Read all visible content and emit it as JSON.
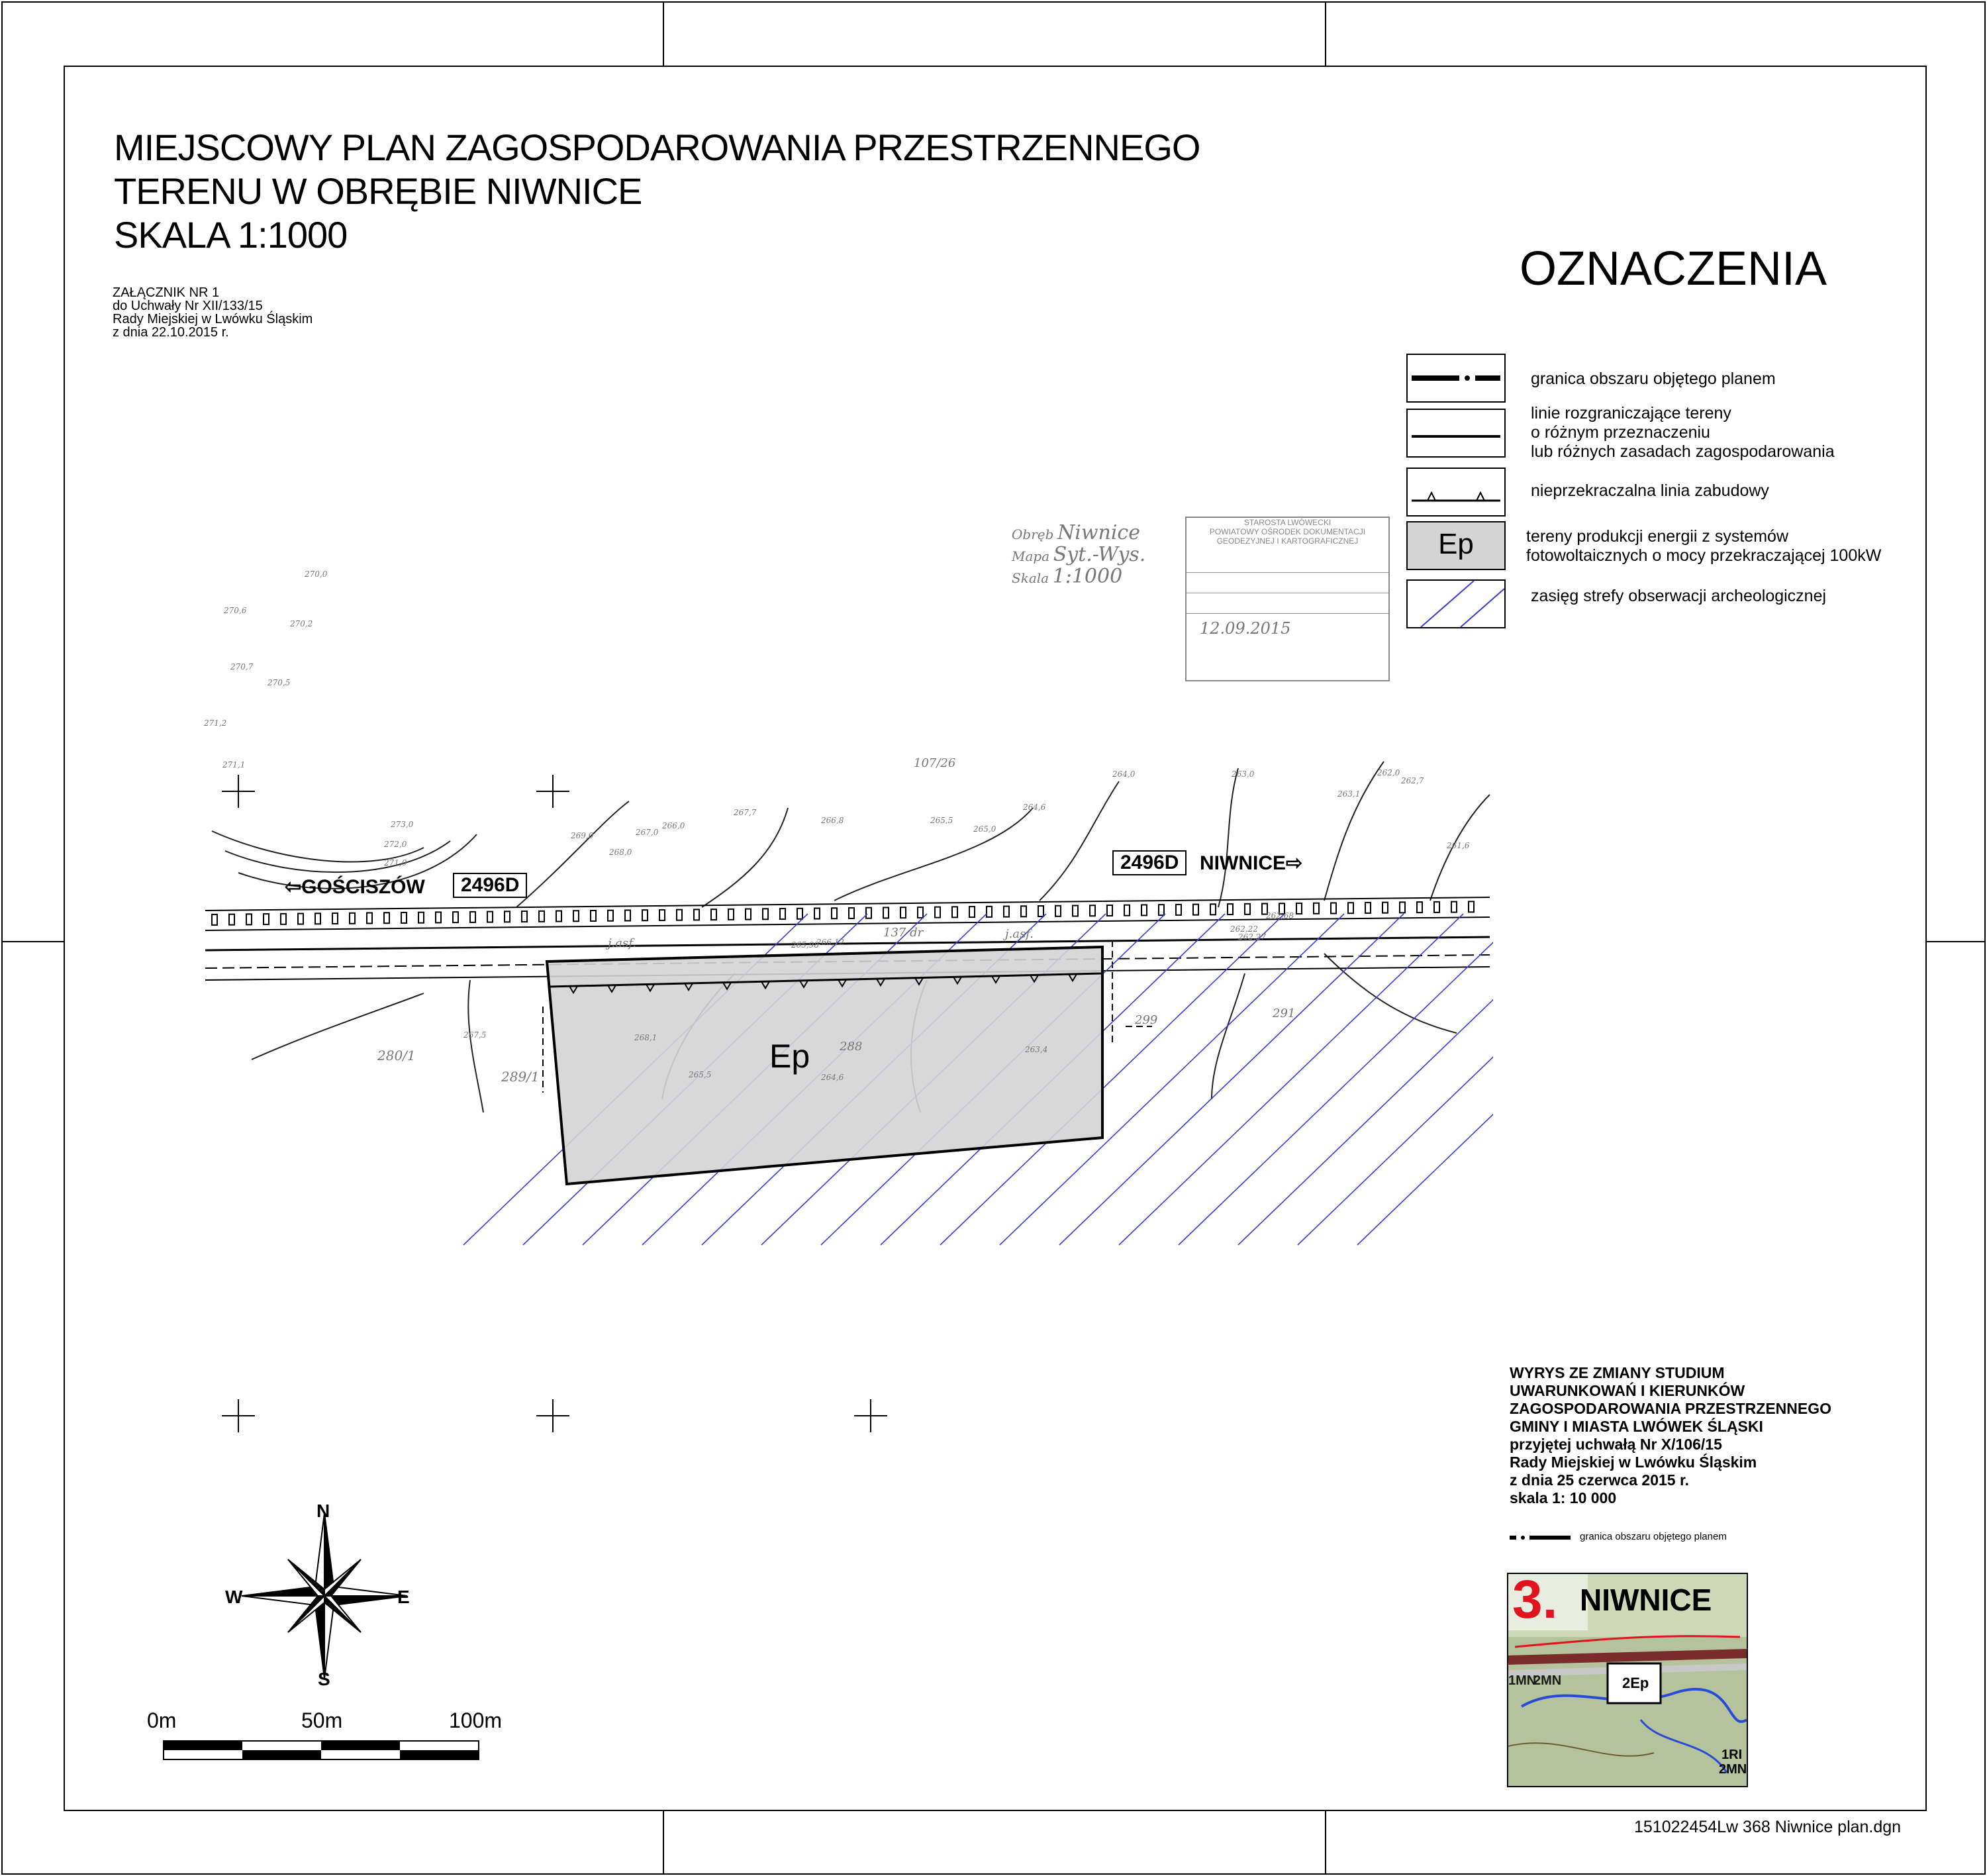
{
  "header": {
    "title_line1": "MIEJSCOWY PLAN ZAGOSPODAROWANIA PRZESTRZENNEGO",
    "title_line2": "TERENU W OBRĘBIE NIWNICE",
    "scale": "SKALA 1:1000",
    "attachment": [
      "ZAŁĄCZNIK NR 1",
      "do Uchwały Nr XII/133/15",
      "Rady Miejskiej w Lwówku Śląskim",
      "z dnia 22.10.2015 r."
    ]
  },
  "legend": {
    "title": "OZNACZENIA",
    "items": [
      {
        "label": [
          "granica obszaru objętego planem"
        ],
        "symbol": "dash-dot-line"
      },
      {
        "label": [
          "linie rozgraniczające tereny",
          "o różnym przeznaczeniu",
          "lub różnych zasadach zagospodarowania"
        ],
        "symbol": "solid-line"
      },
      {
        "label": [
          "nieprzekraczalna linia zabudowy"
        ],
        "symbol": "building-line"
      },
      {
        "label": [
          "tereny produkcji energii z systemów",
          "fotowoltaicznych o mocy przekraczającej 100kW"
        ],
        "symbol": "grey-area",
        "code": "Ep"
      },
      {
        "label": [
          "zasięg strefy obserwacji archeologicznej"
        ],
        "symbol": "hatch"
      }
    ]
  },
  "stamp": {
    "lines": [
      "STAROSTA LWÓWECKI",
      "POWIATOWY OŚRODEK DOKUMENTACJI",
      "GEODEZYJNEJ I KARTOGRAFICZNEJ"
    ],
    "obreb_label": "Obręb",
    "obreb_value": "Niwnice",
    "mapa_label": "Mapa",
    "mapa_value": "Syt.-Wys.",
    "skala_label": "Skala",
    "skala_value": "1:1000",
    "date": "12.09.2015"
  },
  "map": {
    "roads": [
      {
        "direction_label": "GOŚCISZÓW",
        "road_code": "2496D"
      },
      {
        "direction_label": "NIWNICE",
        "road_code": "2496D"
      }
    ],
    "zone_label": "Ep",
    "parcels": [
      "107/26",
      "280/1",
      "289/1",
      "288",
      "299",
      "291",
      "137 dr"
    ],
    "road_surface_label": "j.asf.",
    "elevations": [
      "270,0",
      "270,6",
      "270,2",
      "270,7",
      "270,5",
      "271,2",
      "271,1",
      "273,0",
      "272,0",
      "271,0",
      "269,0",
      "268,0",
      "267,0",
      "266,0",
      "265,0",
      "264,0",
      "263,0",
      "262,0",
      "267,7",
      "266,8",
      "265,5",
      "264,6",
      "263,1",
      "262,7",
      "261,6",
      "266,12",
      "265,98",
      "268,1",
      "267,5",
      "265,5",
      "264,6",
      "263,4",
      "262,22",
      "262,68",
      "262,27"
    ]
  },
  "compass": {
    "n": "N",
    "s": "S",
    "e": "E",
    "w": "W"
  },
  "scale_bar": {
    "labels": [
      "0m",
      "50m",
      "100m"
    ]
  },
  "extract": {
    "lines": [
      "WYRYS ZE ZMIANY STUDIUM",
      "UWARUNKOWAŃ I KIERUNKÓW",
      "ZAGOSPODAROWANIA PRZESTRZENNEGO",
      "GMINY I MIASTA LWÓWEK ŚLĄSKI",
      "przyjętej uchwałą Nr X/106/15",
      "Rady Miejskiej w Lwówku Śląskim",
      "z dnia 25 czerwca 2015 r.",
      "skala 1: 10 000"
    ],
    "legend_label": "granica obszaru objętego planem",
    "map_number": "3.",
    "map_name": "NIWNICE",
    "map_labels": [
      "2Ep",
      "1MN",
      "2MN",
      "1RI",
      "2MN"
    ]
  },
  "footer": {
    "filename": "151022454Lw 368 Niwnice plan.dgn"
  },
  "colors": {
    "zone_fill": "#d4d4d4",
    "hatch": "#3b3bd6",
    "extract_red": "#e0141e"
  }
}
